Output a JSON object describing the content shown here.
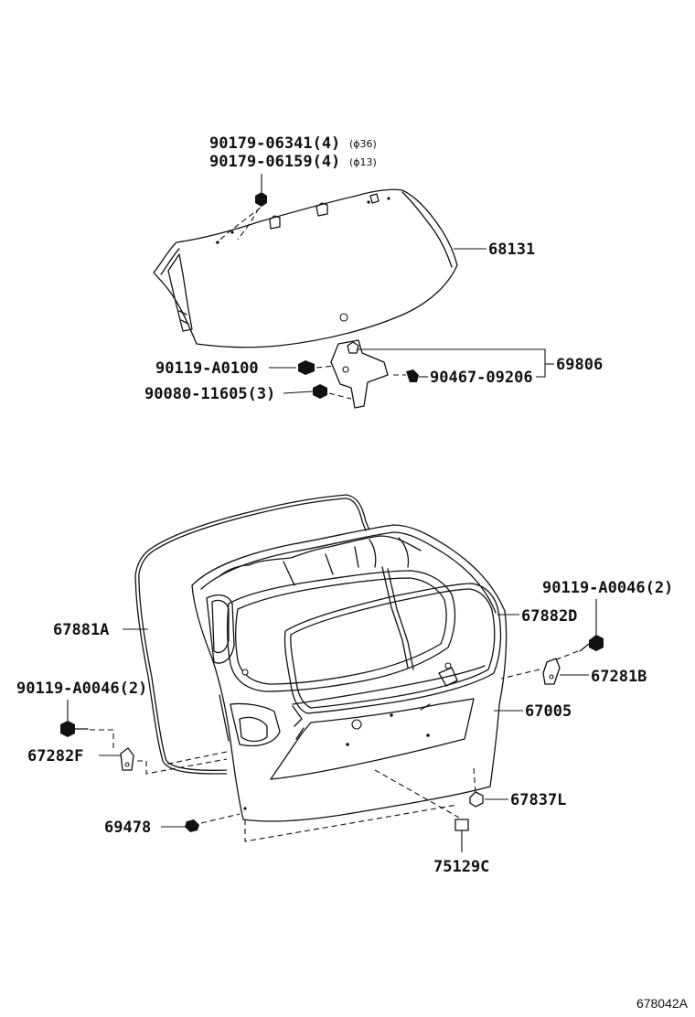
{
  "diagram": {
    "figure_code": "678042A",
    "labels": {
      "l_90179_06341": "90179-06341(4)",
      "l_90179_06341_spec": "(ϕ36)",
      "l_90179_06159": "90179-06159(4)",
      "l_90179_06159_spec": "(ϕ13)",
      "l_68131": "68131",
      "l_69806": "69806",
      "l_90119_A0100": "90119-A0100",
      "l_90080_11605": "90080-11605(3)",
      "l_90467_09206": "90467-09206",
      "l_90119_A0046_right": "90119-A0046(2)",
      "l_67882D": "67882D",
      "l_67881A": "67881A",
      "l_67281B": "67281B",
      "l_90119_A0046_left": "90119-A0046(2)",
      "l_67005": "67005",
      "l_67282F": "67282F",
      "l_67837L": "67837L",
      "l_69478": "69478",
      "l_75129C": "75129C"
    }
  }
}
